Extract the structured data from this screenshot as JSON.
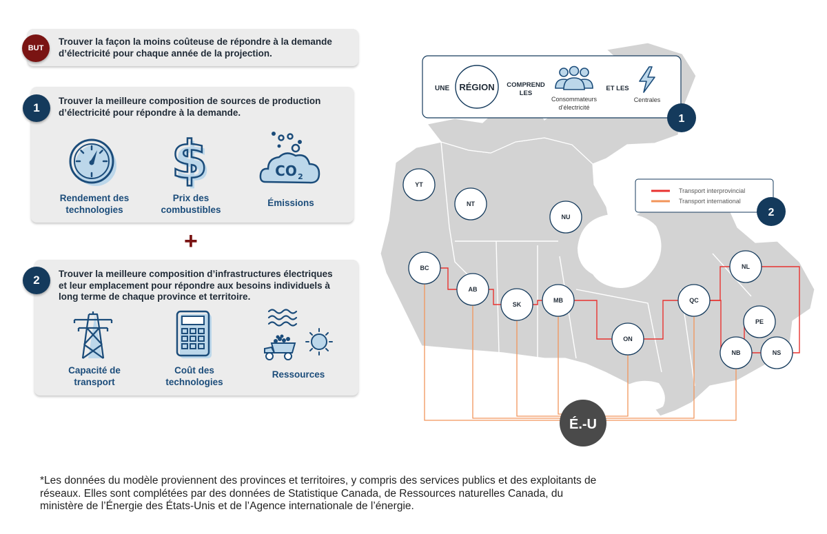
{
  "goal": {
    "badge": "BUT",
    "text_line1": "Trouver la façon la moins coûteuse de répondre à la demande",
    "text_line2": "d’électricité pour chaque année de la projection."
  },
  "step1": {
    "badge": "1",
    "text_line1": "Trouver la meilleure composition de sources de production",
    "text_line2": "d’électricité pour répondre à la demande.",
    "icons": [
      {
        "icon": "speedometer-icon",
        "line1": "Rendement des",
        "line2": "technologies"
      },
      {
        "icon": "dollar-icon",
        "line1": "Prix des",
        "line2": "combustibles"
      },
      {
        "icon": "co2-cloud-icon",
        "line1": "Émissions",
        "line2": ""
      }
    ]
  },
  "plus": "+",
  "step2": {
    "badge": "2",
    "text_line1": "Trouver la meilleure composition d’infrastructures électriques",
    "text_line2": "et leur emplacement pour répondre aux besoins individuels à",
    "text_line3": "long terme de chaque province et territoire.",
    "icons": [
      {
        "icon": "transmission-tower-icon",
        "line1": "Capacité de",
        "line2": "transport"
      },
      {
        "icon": "calculator-icon",
        "line1": "Coût des",
        "line2": "technologies"
      },
      {
        "icon": "resources-icon",
        "line1": "Ressources",
        "line2": ""
      }
    ]
  },
  "region_box": {
    "une": "UNE",
    "region": "RÉGION",
    "comprend": "COMPREND",
    "les": "LES",
    "consumers_line1": "Consommateurs",
    "consumers_line2": "d’électricité",
    "et_les": "ET LES",
    "plants": "Centrales",
    "badge": "1"
  },
  "legend": {
    "items": [
      {
        "label": "Transport interprovincial",
        "color": "#e8322f"
      },
      {
        "label": "Transport international",
        "color": "#f2955a"
      }
    ],
    "badge": "2"
  },
  "map": {
    "regions": [
      "YT",
      "NT",
      "NU",
      "BC",
      "AB",
      "SK",
      "MB",
      "ON",
      "QC",
      "NL",
      "PE",
      "NB",
      "NS"
    ],
    "us_node": "É.-U"
  },
  "colors": {
    "navy": "#143a5c",
    "maroon": "#7a1413",
    "interprovincial": "#e8322f",
    "international": "#f2955a",
    "land": "#d3d3d3",
    "icon_blue": "#1b4c7a",
    "icon_fill": "#bcd7ea"
  },
  "footnote": {
    "line1": "*Les données du modèle proviennent des provinces et territoires, y compris des services publics et des exploitants de",
    "line2": "réseaux. Elles sont complétées par des données de Statistique Canada, de Ressources naturelles Canada, du",
    "line3": "ministère de l’Énergie des États-Unis et de l’Agence internationale de l’énergie."
  }
}
